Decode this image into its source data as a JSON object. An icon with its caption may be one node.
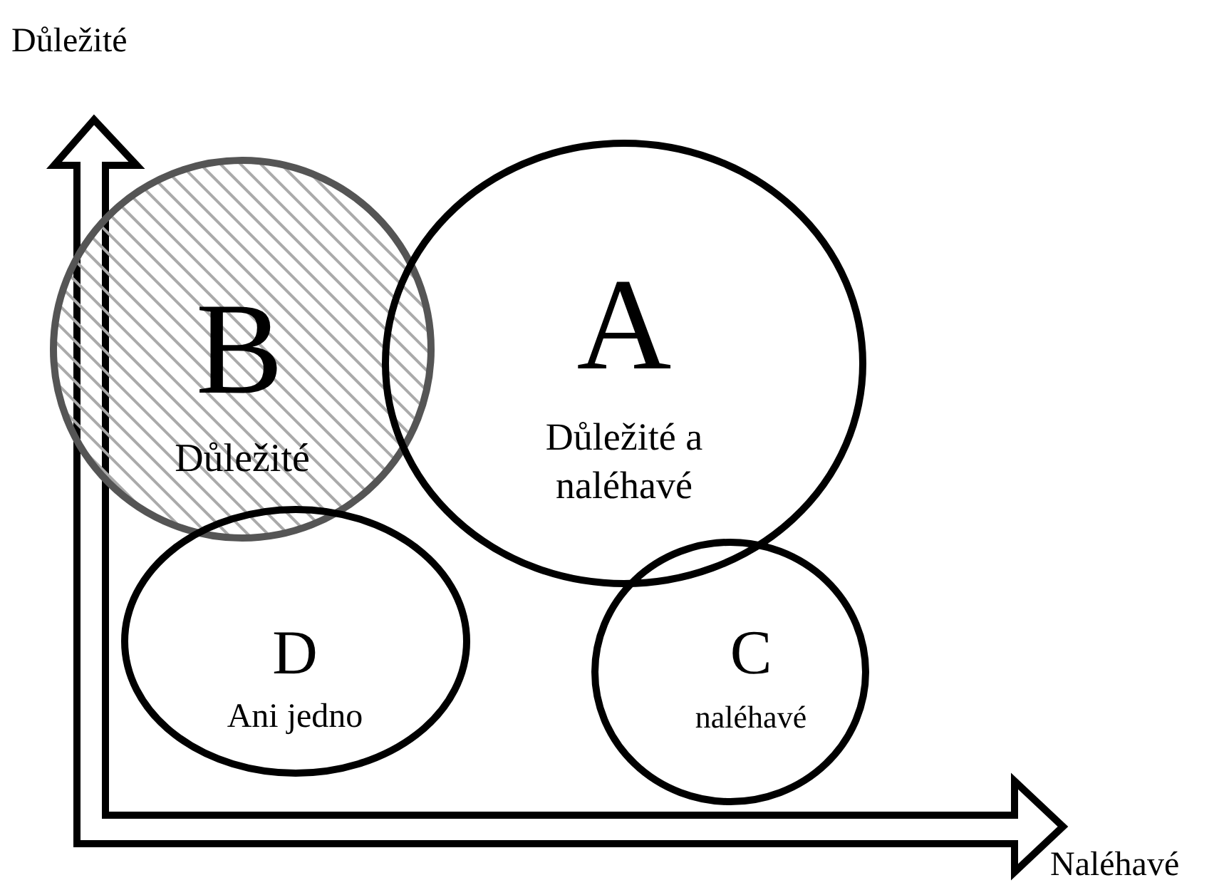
{
  "diagram": {
    "nodes": [
      {
        "text": [
          "B",
          "Důležité"
        ]
      },
      {
        "text": [
          "A",
          "Důležité a naléhavé"
        ]
      },
      {
        "text": [
          "D",
          "Ani jedno"
        ]
      },
      {
        "text": [
          "C",
          "naléhavé"
        ]
      }
    ],
    "labels": [
      "Důležité",
      "Naléhavé"
    ]
  }
}
